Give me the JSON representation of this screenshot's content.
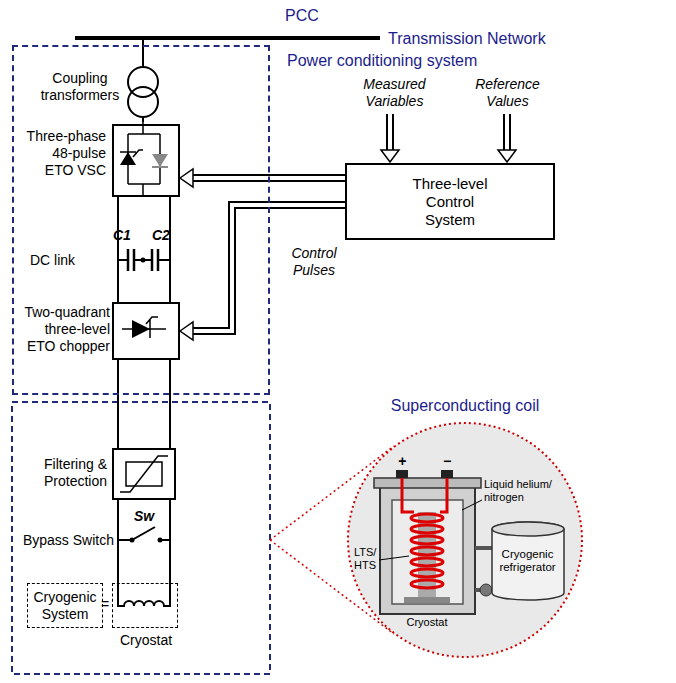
{
  "diagram": {
    "nodes": [
      {
        "text": [
          "Power conditioning system"
        ]
      },
      {
        "text": [
          "Three-phase 48-pulse ETO VSC"
        ],
        "in": 0
      },
      {
        "text": [
          "Two-quadrant three-level ETO chopper"
        ],
        "in": 0
      },
      {
        "text": [
          "Three-level Control System"
        ]
      },
      {
        "text": [
          "Filtering & Protection"
        ]
      },
      {
        "text": [
          "Cryogenic System"
        ]
      },
      {
        "text": [
          "Cryostat"
        ]
      },
      {
        "text": [
          "Superconducting coil"
        ]
      },
      {
        "text": [
          "Cryogenic refrigerator"
        ],
        "in": 7
      }
    ],
    "edges": [
      {
        "from": 3,
        "to": 1,
        "arrow": "to"
      },
      {
        "from": 3,
        "to": 2,
        "arrow": "to"
      },
      {
        "from": 1,
        "to": 2,
        "arrow": "none"
      },
      {
        "from": 2,
        "to": 4,
        "arrow": "none"
      },
      {
        "from": 4,
        "to": 6,
        "arrow": "none"
      }
    ],
    "labels": [
      "PCC",
      "Transmission Network",
      "Coupling transformers",
      "Measured Variables",
      "Reference Values",
      "Control Pulses",
      "C1",
      "C2",
      "DC link",
      "Bypass Switch",
      "Sw",
      "=",
      "+",
      "−",
      "Liquid helium/ nitrogen",
      "LTS/ HTS",
      "Cryostat"
    ]
  }
}
